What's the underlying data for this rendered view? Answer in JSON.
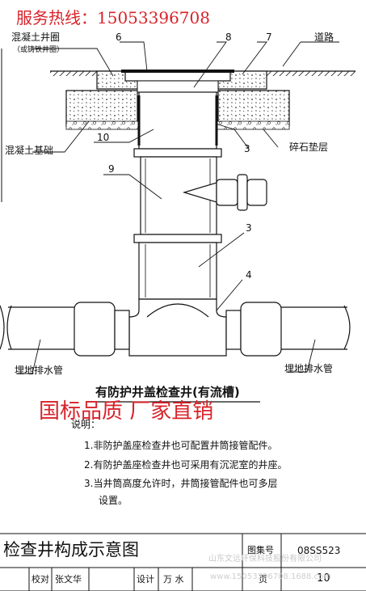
{
  "hotline": "服务热线：15053396708",
  "quality_banner": "国标品质  厂家直销",
  "labels": {
    "concrete_ring": "混凝土井圈",
    "concrete_ring_note": "（或铸铁井圈）",
    "road": "道路",
    "concrete_base": "混凝土基础",
    "gravel_bed": "碎石垫层",
    "buried_pipe_left": "埋地排水管",
    "buried_pipe_right": "埋地排水管",
    "n6": "6",
    "n8": "8",
    "n7": "7",
    "n10": "10",
    "n3a": "3",
    "n9": "9",
    "n3b": "3",
    "n4": "4"
  },
  "caption": "有防护井盖检查井(有流槽)",
  "notes": {
    "title": "说明：",
    "items": [
      "1.非防护盖座检查井也可配置井筒接管配件。",
      "2.有防护盖座检查井也可采用有沉泥室的井座。",
      "3.当井筒高度允许时，井筒接管配件也可多层",
      "设置。"
    ]
  },
  "title_block": {
    "title": "检查井构成示意图",
    "atlas_label": "图集号",
    "atlas_no": "08SS523",
    "review_label": "校对",
    "review_name": "张文华",
    "design_label": "设计",
    "design_name": "万  水",
    "page_label": "页",
    "page_no": "10"
  },
  "watermarks": [
    "山东文远环保科技股份有限公司",
    "www.15053396708.1688.com"
  ]
}
